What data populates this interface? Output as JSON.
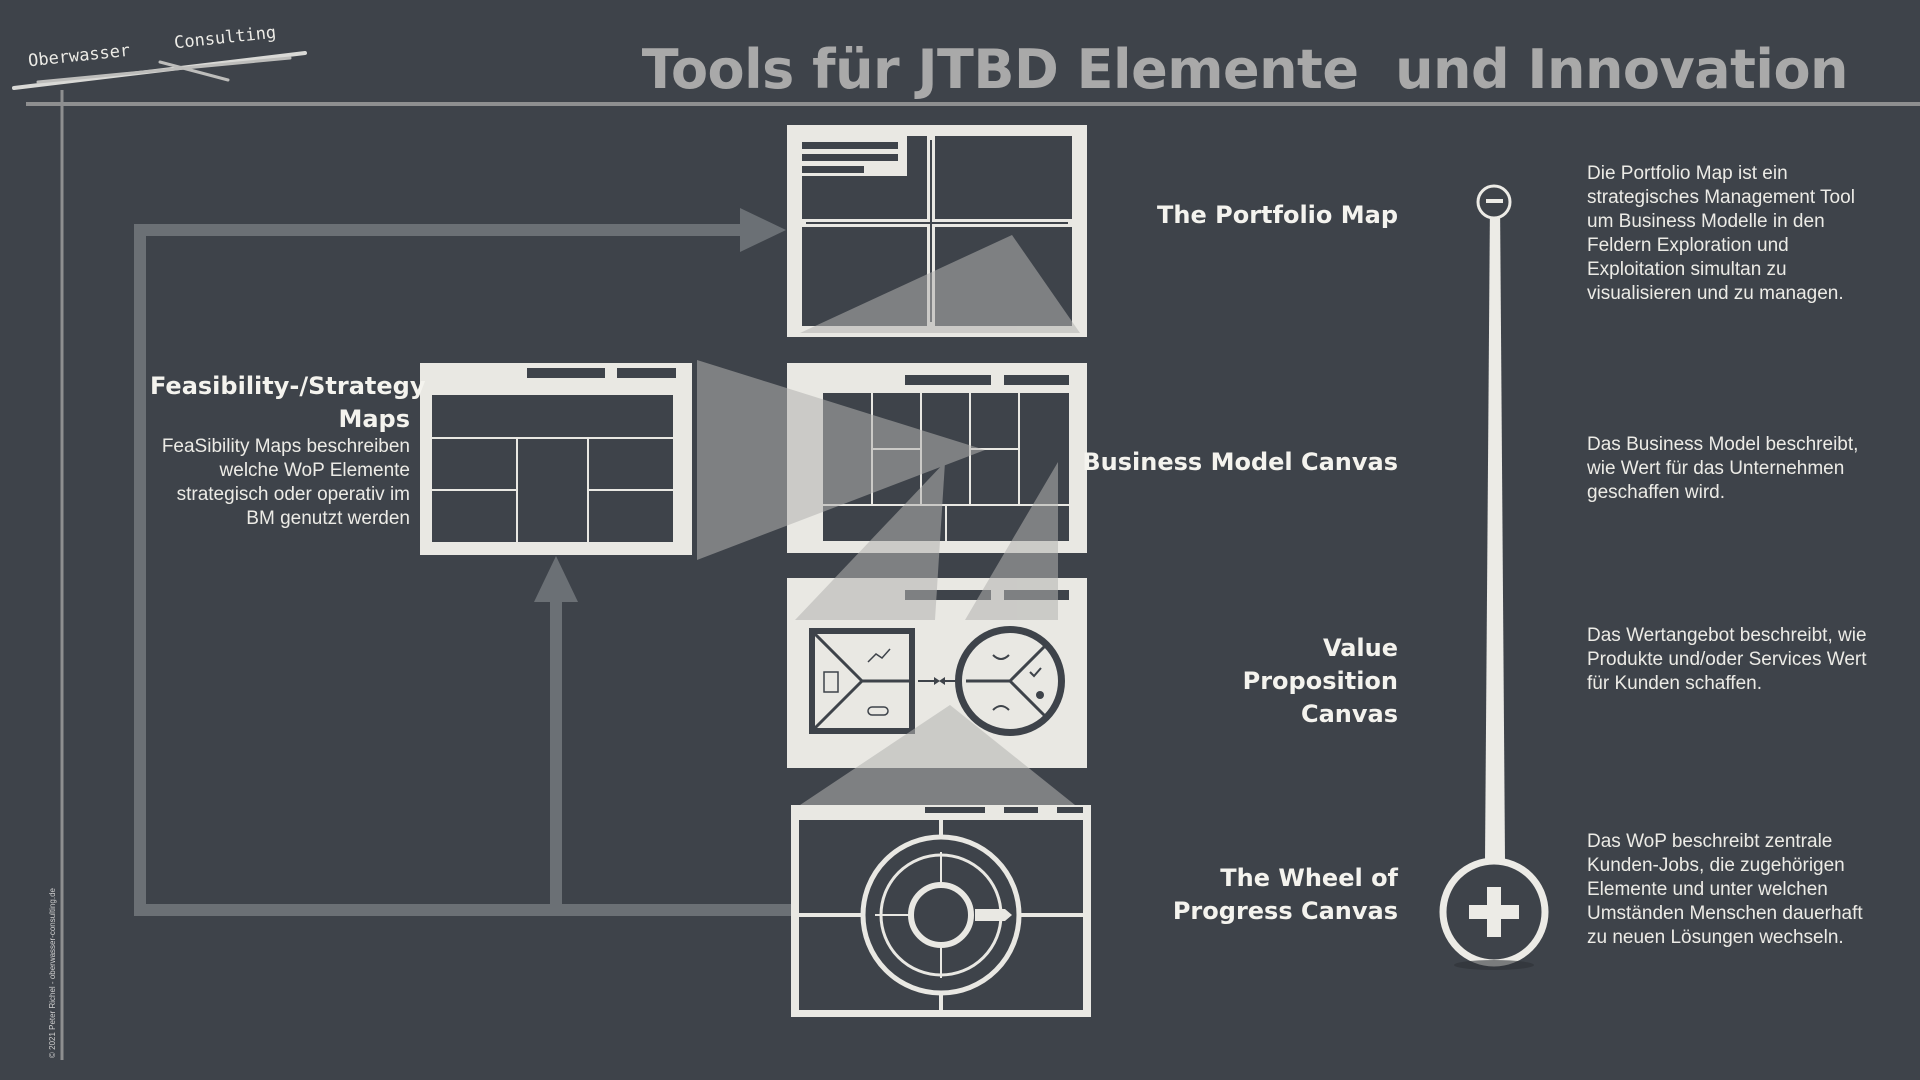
{
  "logo": {
    "word1": "Oberwasser",
    "word2": "Consulting"
  },
  "title": "Tools für JTBD Elemente  und Innovation",
  "copyright": "© 2021 Peter Richel - oberwasser-consulting.de",
  "feasibility": {
    "title": "Feasibility-/Strategy Maps",
    "description": "FeaSibility Maps beschreiben welche WoP Elemente strategisch oder operativ im BM genutzt werden"
  },
  "tools": [
    {
      "label": "The Portfolio Map",
      "description": "Die Portfolio Map ist ein strategisches Management Tool um Business Modelle in den Feldern Exploration und Exploitation simultan zu visualisieren und zu managen."
    },
    {
      "label": "Business Model Canvas",
      "description": "Das Business Model beschreibt, wie Wert für das Unternehmen geschaffen wird."
    },
    {
      "label": "Value Proposition Canvas",
      "description": "Das Wertangebot beschreibt, wie Produkte und/oder Services Wert für Kunden schaffen."
    },
    {
      "label": "The Wheel of Progress Canvas",
      "description": "Das WoP beschreibt zentrale Kunden-Jobs, die zugehörigen Elemente und unter welchen Umständen Menschen dauerhaft zu neuen Lösungen wechseln."
    }
  ],
  "scale": {
    "top_icon": "minus-icon",
    "bottom_icon": "plus-icon"
  },
  "colors": {
    "background": "#3e434a",
    "card": "#e9e8e3",
    "title": "#a9a9a9",
    "connector": "#6b7075"
  }
}
